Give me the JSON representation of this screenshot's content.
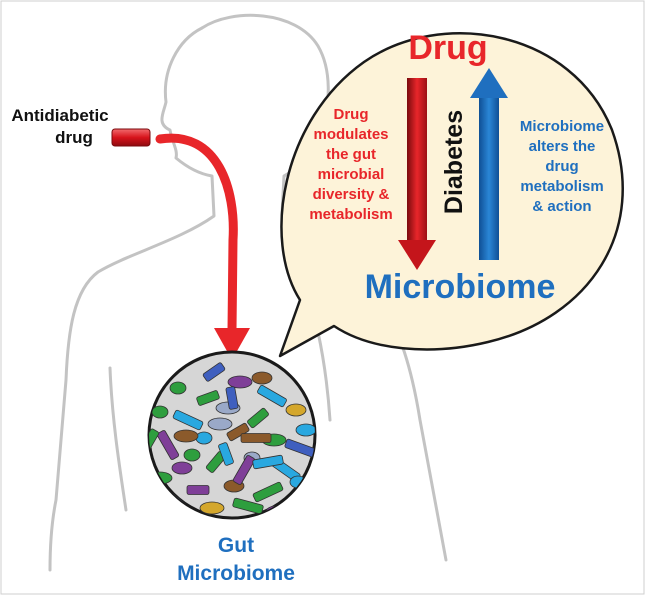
{
  "colors": {
    "drug_red": "#e8262a",
    "microbiome_blue": "#1f6fbf",
    "body_outline": "#bdbdbd",
    "bubble_fill": "#fdf3d9",
    "circle_fill": "#d6d6d6",
    "pill_red": "#d7131b"
  },
  "labels": {
    "antidiabetic_line1": "Antidiabetic",
    "antidiabetic_line2": "drug",
    "gut_line1": "Gut",
    "gut_line2": "Microbiome",
    "drug_title": "Drug",
    "microbiome_title": "Microbiome",
    "diabetes": "Diabetes",
    "drug_effect": [
      "Drug",
      "modulates",
      "the gut",
      "microbial",
      "diversity &",
      "metabolism"
    ],
    "microbiome_effect": [
      "Microbiome",
      "alters the",
      "drug",
      "metabolism",
      "& action"
    ]
  },
  "microbes": [
    {
      "shape": "ellipse",
      "color": "#2e9e3e"
    },
    {
      "shape": "rect",
      "color": "#2e9e3e"
    },
    {
      "shape": "ellipse",
      "color": "#7f3f98"
    },
    {
      "shape": "rect",
      "color": "#29a8e0"
    },
    {
      "shape": "ellipse",
      "color": "#8b5a2b"
    },
    {
      "shape": "rect",
      "color": "#3f5fbf"
    },
    {
      "shape": "ellipse",
      "color": "#2e9e3e"
    },
    {
      "shape": "rect",
      "color": "#29a8e0"
    },
    {
      "shape": "ellipse",
      "color": "#9aa9c8"
    },
    {
      "shape": "rect",
      "color": "#2e9e3e"
    },
    {
      "shape": "ellipse",
      "color": "#d4a72c"
    },
    {
      "shape": "rect",
      "color": "#7f3f98"
    },
    {
      "shape": "ellipse",
      "color": "#29a8e0"
    },
    {
      "shape": "rect",
      "color": "#8b5a2b"
    },
    {
      "shape": "ellipse",
      "color": "#2e9e3e"
    },
    {
      "shape": "rect",
      "color": "#3f5fbf"
    },
    {
      "shape": "ellipse",
      "color": "#7f3f98"
    },
    {
      "shape": "rect",
      "color": "#2e9e3e"
    },
    {
      "shape": "ellipse",
      "color": "#9aa9c8"
    },
    {
      "shape": "rect",
      "color": "#29a8e0"
    },
    {
      "shape": "ellipse",
      "color": "#2e9e3e"
    },
    {
      "shape": "rect",
      "color": "#7f3f98"
    },
    {
      "shape": "ellipse",
      "color": "#8b5a2b"
    },
    {
      "shape": "rect",
      "color": "#2e9e3e"
    },
    {
      "shape": "ellipse",
      "color": "#29a8e0"
    },
    {
      "shape": "rect",
      "color": "#3f5fbf"
    },
    {
      "shape": "ellipse",
      "color": "#d4a72c"
    },
    {
      "shape": "rect",
      "color": "#2e9e3e"
    },
    {
      "shape": "ellipse",
      "color": "#7f3f98"
    },
    {
      "shape": "rect",
      "color": "#29a8e0"
    },
    {
      "shape": "ellipse",
      "color": "#2e9e3e"
    },
    {
      "shape": "rect",
      "color": "#8b5a2b"
    },
    {
      "shape": "ellipse",
      "color": "#9aa9c8"
    },
    {
      "shape": "rect",
      "color": "#2e9e3e"
    },
    {
      "shape": "ellipse",
      "color": "#29a8e0"
    },
    {
      "shape": "rect",
      "color": "#7f3f98"
    },
    {
      "shape": "ellipse",
      "color": "#2e9e3e"
    },
    {
      "shape": "rect",
      "color": "#3f5fbf"
    },
    {
      "shape": "ellipse",
      "color": "#8b5a2b"
    },
    {
      "shape": "rect",
      "color": "#29a8e0"
    }
  ]
}
